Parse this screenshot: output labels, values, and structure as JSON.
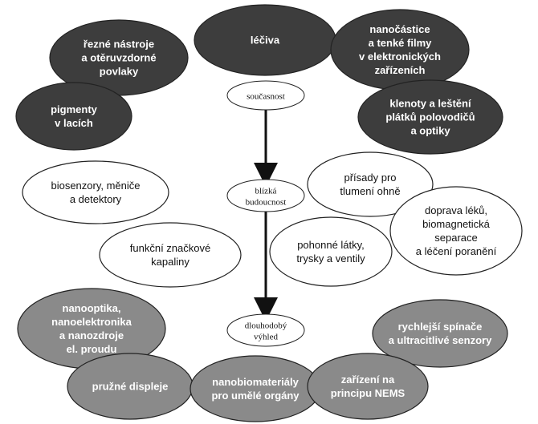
{
  "colors": {
    "dark": "#3d3d3d",
    "medium": "#8a8a8a",
    "light": "#ffffff",
    "stroke": "#222222",
    "arrow": "#111111"
  },
  "timeline": {
    "stages": [
      {
        "id": "soucasnost",
        "lines": [
          "současnost"
        ]
      },
      {
        "id": "blizka",
        "lines": [
          "blízká",
          "budoucnost"
        ]
      },
      {
        "id": "dlouhodoby",
        "lines": [
          "dlouhodobý",
          "výhled"
        ]
      }
    ]
  },
  "nodes": [
    {
      "id": "rezne",
      "stage": "soucasnost",
      "lines": [
        "řezné nástroje",
        "a otěruvzdorné",
        "povlaky"
      ]
    },
    {
      "id": "leciva",
      "stage": "soucasnost",
      "lines": [
        "léčiva"
      ]
    },
    {
      "id": "nanocastice",
      "stage": "soucasnost",
      "lines": [
        "nanočástice",
        "a tenké filmy",
        "v elektronických",
        "zařízeních"
      ]
    },
    {
      "id": "pigmenty",
      "stage": "soucasnost",
      "lines": [
        "pigmenty",
        "v lacích"
      ]
    },
    {
      "id": "klenoty",
      "stage": "soucasnost",
      "lines": [
        "klenoty a leštění",
        "plátků polovodičů",
        "a optiky"
      ]
    },
    {
      "id": "biosenzory",
      "stage": "blizka",
      "lines": [
        "biosenzory, měniče",
        "a detektory"
      ]
    },
    {
      "id": "prisady",
      "stage": "blizka",
      "lines": [
        "přísady pro",
        "tlumení ohně"
      ]
    },
    {
      "id": "doprava",
      "stage": "blizka",
      "lines": [
        "doprava léků,",
        "biomagnetická",
        "separace",
        "a léčení poranění"
      ]
    },
    {
      "id": "funkcni",
      "stage": "blizka",
      "lines": [
        "funkční značkové",
        "kapaliny"
      ]
    },
    {
      "id": "pohonne",
      "stage": "blizka",
      "lines": [
        "pohonné látky,",
        "trysky a ventily"
      ]
    },
    {
      "id": "nanooptika",
      "stage": "dlouhodoby",
      "lines": [
        "nanooptika,",
        "nanoelektronika",
        "a nanozdroje",
        "el. proudu"
      ]
    },
    {
      "id": "rychlejsi",
      "stage": "dlouhodoby",
      "lines": [
        "rychlejší spínače",
        "a ultracitlivé senzory"
      ]
    },
    {
      "id": "pruzne",
      "stage": "dlouhodoby",
      "lines": [
        "pružné displeje"
      ]
    },
    {
      "id": "nanobio",
      "stage": "dlouhodoby",
      "lines": [
        "nanobiomateriály",
        "pro umělé orgány"
      ]
    },
    {
      "id": "nems",
      "stage": "dlouhodoby",
      "lines": [
        "zařízení na",
        "principu NEMS"
      ]
    }
  ]
}
